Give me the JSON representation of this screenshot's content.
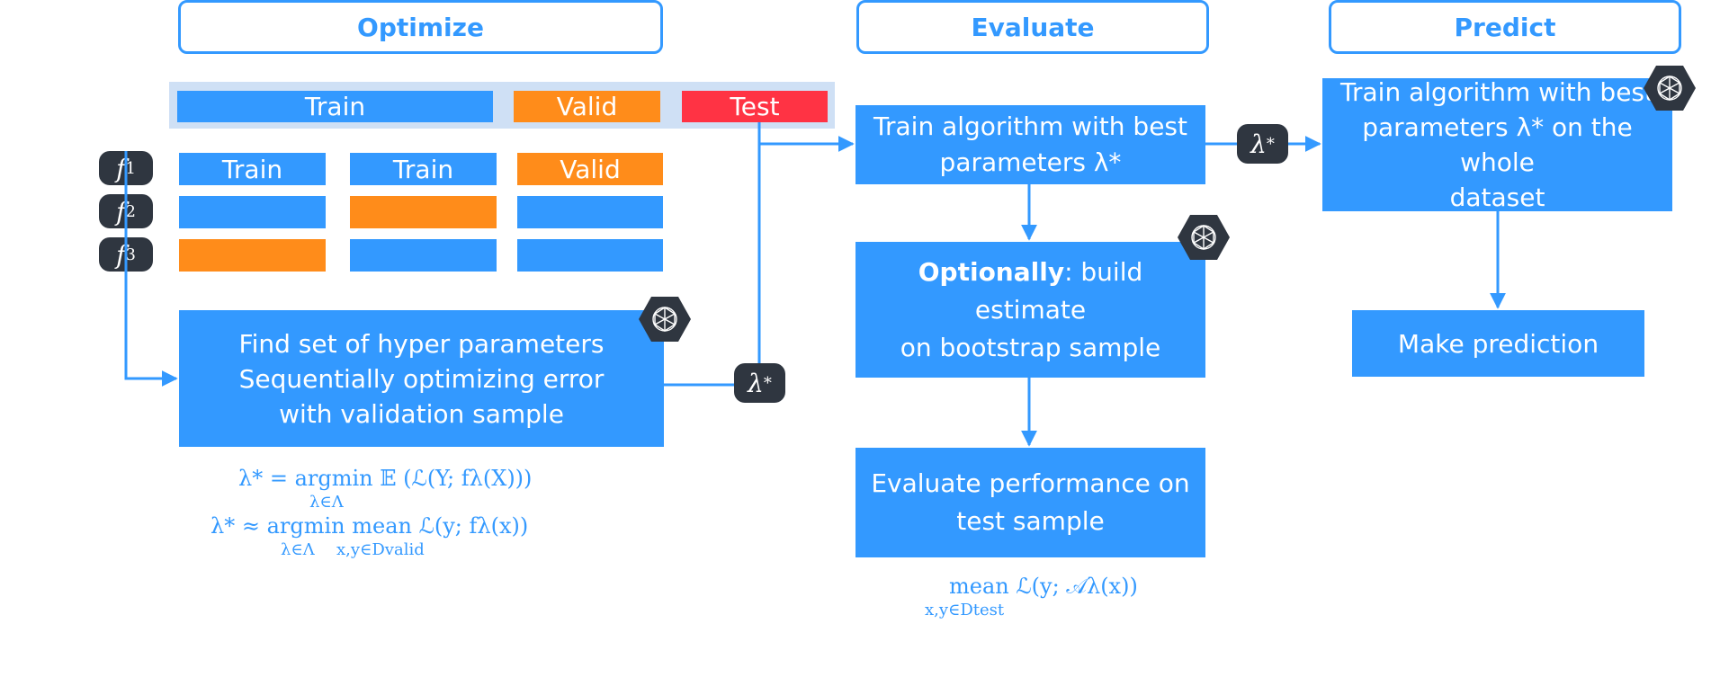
{
  "headers": {
    "optimize": "Optimize",
    "evaluate": "Evaluate",
    "predict": "Predict"
  },
  "split": {
    "train": "Train",
    "valid": "Valid",
    "test": "Test"
  },
  "folds": {
    "labels": [
      {
        "sym": "f",
        "sub": "1"
      },
      {
        "sym": "f",
        "sub": "2"
      },
      {
        "sym": "f",
        "sub": "3"
      }
    ],
    "row1": [
      "Train",
      "Train",
      "Valid"
    ]
  },
  "optimize_box": {
    "line1": "Find set of hyper parameters",
    "line2": "Sequentially optimizing error",
    "line3": "with validation sample"
  },
  "lambda_pill": {
    "sym": "λ",
    "sup": "*"
  },
  "formulas": {
    "f1_main": "λ* = argmin 𝔼 (ℒ(Y; fλ(X)))",
    "f1_under": "λ∈Λ",
    "f2_main": "λ* ≈ argmin      mean      ℒ(y; fλ(x))",
    "f2_under1": "λ∈Λ",
    "f2_under2": "x,y∈Dvalid",
    "f3_main": "mean  ℒ(y; 𝒜λ(x))",
    "f3_under": "x,y∈Dtest"
  },
  "evaluate": {
    "train_line1": "Train algorithm with best",
    "train_line2": "parameters λ*",
    "opt_bold": "Optionally",
    "opt_rest": ": build estimate",
    "opt_line2": "on bootstrap sample",
    "perf_line1": "Evaluate performance on",
    "perf_line2": "test sample"
  },
  "predict": {
    "train_line1": "Train algorithm with best",
    "train_line2": "parameters λ* on the whole",
    "train_line3": "dataset",
    "make": "Make prediction"
  },
  "colors": {
    "blue": "#3399ff",
    "orange": "#ff8c1a",
    "red": "#ff3344",
    "dark": "#2f3640",
    "band": "#cfe0f5"
  },
  "icons": [
    "neural-net-icon",
    "neural-net-icon",
    "neural-net-icon"
  ]
}
